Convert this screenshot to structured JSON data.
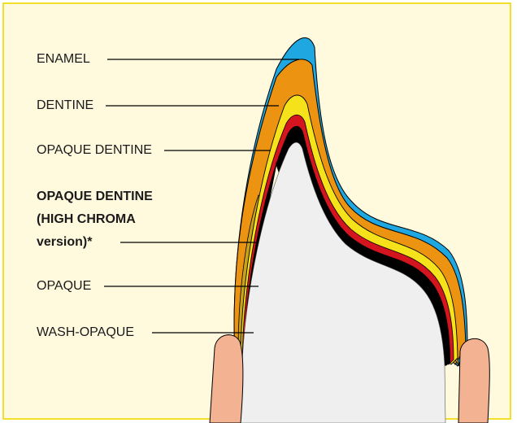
{
  "labels": {
    "enamel": "ENAMEL",
    "dentine": "DENTINE",
    "opaque_dentine": "OPAQUE DENTINE",
    "high_chroma_line1": "OPAQUE DENTINE",
    "high_chroma_line2": "(HIGH CHROMA",
    "high_chroma_line3": "version)*",
    "opaque": "OPAQUE",
    "wash_opaque": "WASH-OPAQUE"
  },
  "colors": {
    "frame_border": "#f2df2a",
    "frame_background": "#fff9de",
    "enamel": "#1ea7e0",
    "dentine": "#ec9312",
    "opaque_dentine": "#f5e21a",
    "high_chroma": "#c9a21b",
    "opaque": "#d4141e",
    "wash_opaque": "#000000",
    "core": "#efefef",
    "gum": "#f3b393"
  }
}
